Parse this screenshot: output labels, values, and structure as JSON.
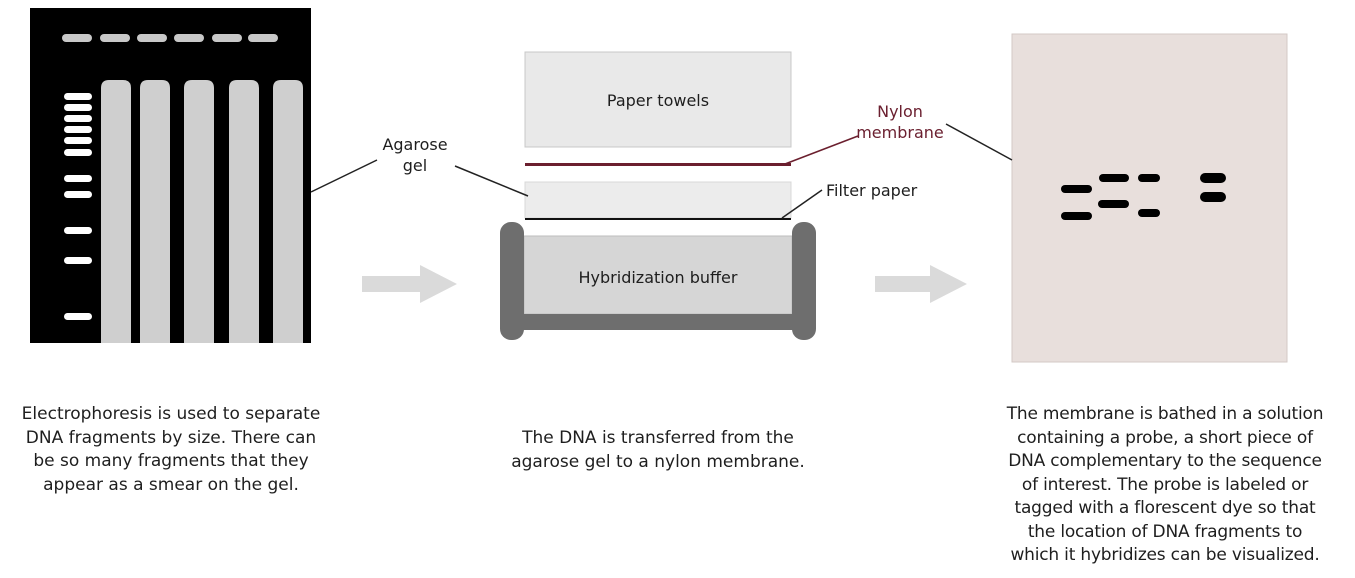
{
  "panels": {
    "gel": {
      "caption_lines": [
        "Electrophoresis is used to separate",
        "DNA fragments by size. There can",
        "be so many fragments that they",
        "appear as a smear on the gel."
      ]
    },
    "transfer": {
      "labels": {
        "paper_towels": "Paper towels",
        "nylon_membrane_lines": [
          "Nylon",
          "membrane"
        ],
        "agarose_gel_lines": [
          "Agarose",
          "gel"
        ],
        "filter_paper": "Filter paper",
        "hybridization_buffer": "Hybridization buffer"
      },
      "caption_lines": [
        "The DNA is transferred from the",
        "agarose gel to a nylon membrane."
      ]
    },
    "membrane": {
      "caption_lines": [
        "The membrane is bathed in a solution",
        "containing a probe, a short piece of",
        "DNA complementary to the sequence",
        "of interest. The probe is labeled or",
        "tagged with a florescent dye so that",
        "the location of DNA fragments to",
        "which it hybridizes can be visualized."
      ]
    }
  },
  "colors": {
    "gel_background": "#000000",
    "gel_lane": "#cfcfcf",
    "gel_band": "#ffffff",
    "nylon_membrane": "#6b1f2e",
    "membrane_background": "#e8dfdc",
    "probe_band": "#000000",
    "arrow": "#d9d9d9",
    "buffer_tray": "#6e6e6e",
    "buffer_fill": "#d6d6d6",
    "paper_towels": "#e8e8e8"
  },
  "icons": [
    "right-arrow-icon",
    "right-arrow-icon"
  ]
}
